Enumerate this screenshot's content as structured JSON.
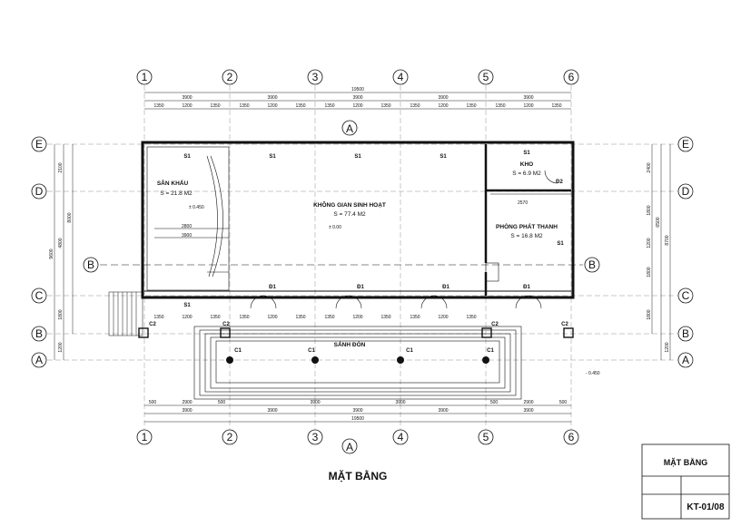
{
  "axes": {
    "numbers": [
      "1",
      "2",
      "3",
      "4",
      "5",
      "6"
    ],
    "letters": [
      "E",
      "D",
      "C",
      "B",
      "A"
    ]
  },
  "dimensions": {
    "top_total": "19500",
    "top_spans": [
      "3900",
      "3900",
      "3900",
      "3900",
      "3900"
    ],
    "top_sub": [
      "1350",
      "1200",
      "1350",
      "1350",
      "1200",
      "1350",
      "1350",
      "1200",
      "1350",
      "1350",
      "1200",
      "1350",
      "1350",
      "1200",
      "1350"
    ],
    "bottom_total": "19500",
    "bottom_spans": [
      "3900",
      "3900",
      "3900",
      "3900",
      "3900"
    ],
    "bottom_sub": [
      "500",
      "2900",
      "500",
      "3900",
      "3900",
      "500",
      "2900",
      "500"
    ],
    "left_total": "9600",
    "left_sub": [
      "2100",
      "4800",
      "1800",
      "1200"
    ],
    "left_inner": "8000",
    "right_total": "8700",
    "right_sub": [
      "2400",
      "1800",
      "1200",
      "1800",
      "1800",
      "1200"
    ],
    "right_inner": "6500",
    "door_row": [
      "1350",
      "1200",
      "1350",
      "1350",
      "1200",
      "1350",
      "1350",
      "1200",
      "1350",
      "1350",
      "1200",
      "1350"
    ]
  },
  "rooms": {
    "stage": {
      "name": "SÂN KHẤU",
      "area": "S = 21.8 M2",
      "level": "± 0.450",
      "dims": [
        "2800",
        "3900"
      ]
    },
    "hall": {
      "name": "KHÔNG GIAN SINH HOẠT",
      "area": "S = 77.4 M2",
      "level": "± 0.00"
    },
    "store": {
      "name": "KHO",
      "area": "S = 6.9 M2"
    },
    "radio": {
      "name": "PHÒNG PHÁT THANH",
      "area": "S = 16.8 M2",
      "dim": "2570"
    },
    "lobby": {
      "name": "SẢNH ĐÓN"
    },
    "step_level": "- 0.450"
  },
  "tags": {
    "s1": "S1",
    "d1": "Đ1",
    "d2": "Đ2",
    "c1": "C1",
    "c2": "C2"
  },
  "section_mark": "A",
  "side_mark": "B",
  "drawing_title": "MẶT BẰNG",
  "title_block": {
    "heading": "MẶT BẰNG",
    "sheet_no": "KT-01/08"
  }
}
